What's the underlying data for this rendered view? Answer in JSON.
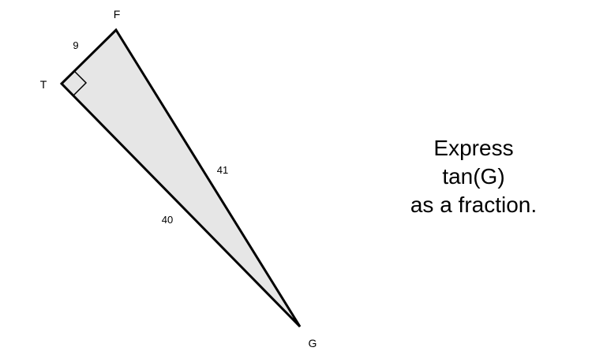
{
  "triangle": {
    "vertices": {
      "F": "F",
      "T": "T",
      "G": "G"
    },
    "sides": {
      "FT": "9",
      "FG": "41",
      "TG": "40"
    },
    "right_angle_at": "T",
    "fill_color": "#e6e6e6",
    "stroke_color": "#000000"
  },
  "prompt": {
    "line1": "Express",
    "line2": "tan(G)",
    "line3": "as a fraction."
  }
}
